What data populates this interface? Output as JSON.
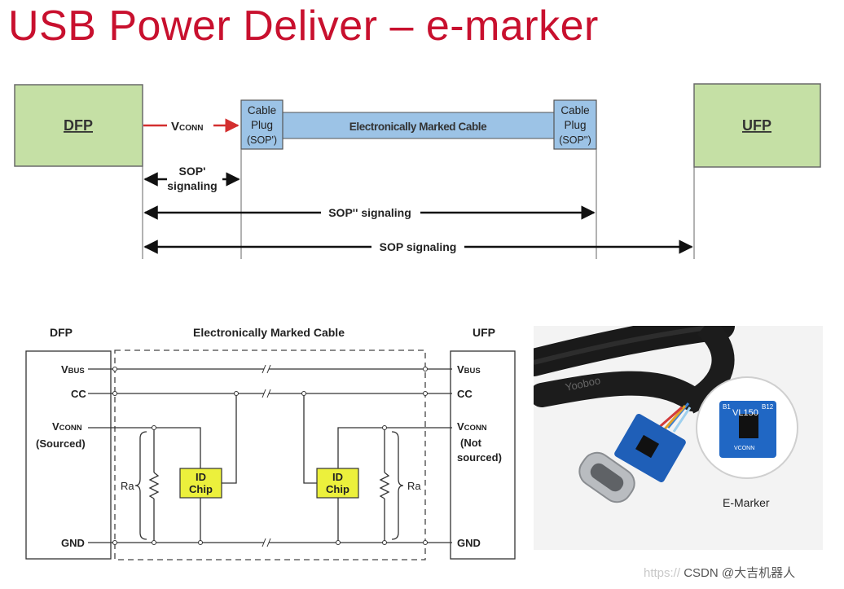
{
  "title": "USB Power Deliver – e-marker",
  "top_diagram": {
    "dfp": "DFP",
    "ufp": "UFP",
    "vconn_v": "V",
    "vconn_sub": "CONN",
    "plug_left": [
      "Cable",
      "Plug",
      "(SOP')"
    ],
    "plug_right": [
      "Cable",
      "Plug",
      "(SOP'')"
    ],
    "cable_label": "Electronically Marked Cable",
    "sop1": [
      "SOP'",
      "signaling"
    ],
    "sop2": "SOP'' signaling",
    "sop3": "SOP signaling"
  },
  "schematic": {
    "dfp": "DFP",
    "cable": "Electronically Marked Cable",
    "ufp": "UFP",
    "vbus_v": "V",
    "vbus_sub": "BUS",
    "cc": "CC",
    "vconn_v": "V",
    "vconn_sub": "CONN",
    "sourced": "(Sourced)",
    "not1": "(Not",
    "not2": "sourced)",
    "ra": "Ra",
    "id_chip": [
      "ID",
      "Chip"
    ],
    "gnd": "GND"
  },
  "photo": {
    "brand": "Yooboo",
    "chip_label": "VL150",
    "pin_b1": "B1",
    "pin_b12": "B12",
    "pin_vconn": "VCONN",
    "caption": "E-Marker"
  },
  "watermark": {
    "url": "https://",
    "text": "CSDN @大吉机器人"
  },
  "colors": {
    "title": "#c8102e",
    "box_green": "#c5e0a5",
    "cable_blue": "#9cc3e6",
    "chip_yellow": "#ecf03c",
    "vconn_arrow": "#d32f2f"
  }
}
